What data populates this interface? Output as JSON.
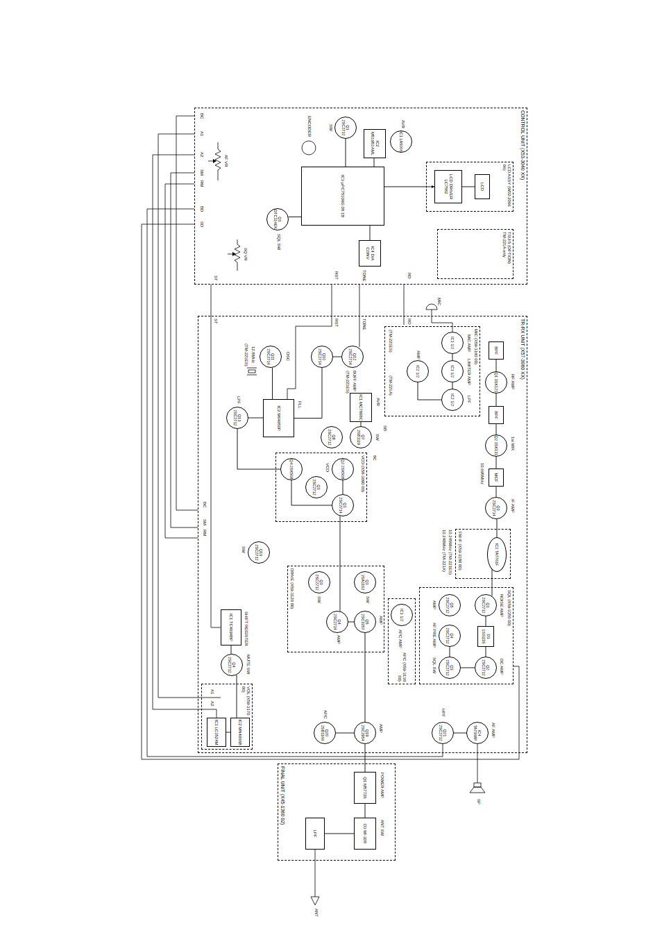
{
  "diagram": {
    "nodes": [
      {
        "text": [
          "CONTROL UNIT (X53-3040 XX)"
        ]
      },
      {
        "text": [
          "LCD ASSY (W02-2066 06)"
        ],
        "in": 0
      },
      {
        "text": [
          "LCD"
        ],
        "in": 1
      },
      {
        "text": [
          "LCD DRIVER LC7582"
        ],
        "in": 1
      },
      {
        "text": [
          "TSU-5 (OPTION)",
          "TM-221A only"
        ],
        "in": 0
      },
      {
        "text": [
          "IC2 M51951AML"
        ],
        "in": 0
      },
      {
        "text": [
          "IC1 LA5006"
        ],
        "in": 0
      },
      {
        "text": [
          "Q1 2SC2712"
        ],
        "in": 0
      },
      {
        "text": [
          "IC3 µPC75106G 08 1B"
        ],
        "in": 0
      },
      {
        "text": [
          "IC4 D/A CONV"
        ],
        "in": 0
      },
      {
        "text": [
          "Q1 DTC114EK"
        ],
        "in": 0
      },
      {
        "text": [
          "TR-RX UNIT (X57-3060 XX)"
        ]
      },
      {
        "text": [
          "MIC (X59-3160 00)"
        ],
        "in": 11
      },
      {
        "text": [
          "IC1 1/2"
        ],
        "in": 12
      },
      {
        "text": [
          "IC1 1/2"
        ],
        "in": 12
      },
      {
        "text": [
          "IC2 1/2"
        ],
        "in": 12
      },
      {
        "text": [
          "IC2 1/2"
        ],
        "in": 12
      },
      {
        "text": [
          "BPF"
        ],
        "in": 11
      },
      {
        "text": [
          "Q1 3SK121"
        ],
        "in": 11
      },
      {
        "text": [
          "BPF"
        ],
        "in": 11
      },
      {
        "text": [
          "Q2 3SK131"
        ],
        "in": 11
      },
      {
        "text": [
          "MCF"
        ],
        "in": 11
      },
      {
        "text": [
          "Q3 2SC2714"
        ],
        "in": 11
      },
      {
        "text": [
          "FM IF (X59-3180 00)"
        ],
        "in": 11
      },
      {
        "text": [
          "IC1 TA7761F"
        ],
        "in": 23
      },
      {
        "text": [
          "SQL (X59-3150 00)"
        ],
        "in": 11
      },
      {
        "text": [
          "Q1 2SC2712"
        ],
        "in": 25
      },
      {
        "text": [
          "D1 1SS226"
        ],
        "in": 25
      },
      {
        "text": [
          "Q2 2SC2712"
        ],
        "in": 25
      },
      {
        "text": [
          "Q5 2SC2712"
        ],
        "in": 25
      },
      {
        "text": [
          "Q4 2SC2712"
        ],
        "in": 25
      },
      {
        "text": [
          "Q3 2SC2712"
        ],
        "in": 25
      },
      {
        "text": [
          "APC (X59-3130 00)"
        ],
        "in": 11
      },
      {
        "text": [
          "IC1 1/2"
        ],
        "in": 32
      },
      {
        "text": [
          "Q12 2SC2714"
        ],
        "in": 11
      },
      {
        "text": [
          "Q10 2SC2714"
        ],
        "in": 11
      },
      {
        "text": [
          "Q11 2SC2714"
        ],
        "in": 11
      },
      {
        "text": [
          "IC1 MC7808C"
        ],
        "in": 11
      },
      {
        "text": [
          "IC2 M64950P"
        ],
        "in": 11
      },
      {
        "text": [
          "Q13 2SC2712"
        ],
        "in": 11
      },
      {
        "text": [
          "Q7 2SB1119"
        ],
        "in": 11
      },
      {
        "text": [
          "Q8 2SC2712"
        ],
        "in": 11
      },
      {
        "text": [
          "VCO (X58-3090 00)"
        ],
        "in": 11
      },
      {
        "text": [
          "Q2 2SK508"
        ],
        "in": 42
      },
      {
        "text": [
          "Q1 2SC2714"
        ],
        "in": 42
      },
      {
        "text": [
          "Q3 2SC2712"
        ],
        "in": 42
      },
      {
        "text": [
          "Q4 2SK508"
        ],
        "in": 42
      },
      {
        "text": [
          "DRIVE (X59-3120 00)"
        ],
        "in": 11
      },
      {
        "text": [
          "Q1 2SA1162"
        ],
        "in": 47
      },
      {
        "text": [
          "Q5 2SC3357"
        ],
        "in": 47
      },
      {
        "text": [
          "Q4 2SC2714"
        ],
        "in": 47
      },
      {
        "text": [
          "Q3 2SC2712"
        ],
        "in": 47
      },
      {
        "text": [
          "Q16 2SC2712"
        ],
        "in": 11
      },
      {
        "text": [
          "IC1 TC4094BP"
        ],
        "in": 11
      },
      {
        "text": [
          "Q4 2SC2712"
        ],
        "in": 11
      },
      {
        "text": [
          "VOL (X59-3170 00)"
        ],
        "in": 11
      },
      {
        "text": [
          "IC2 MN4066B"
        ],
        "in": 55
      },
      {
        "text": [
          "IC1 LC3524M"
        ],
        "in": 55
      },
      {
        "text": [
          "IC4 TA7368P"
        ],
        "in": 11
      },
      {
        "text": [
          "Q21 2SC2712"
        ],
        "in": 11
      },
      {
        "text": [
          "Q19 2SC2954"
        ],
        "in": 11
      },
      {
        "text": [
          "Q20 2SB1166"
        ],
        "in": 11
      },
      {
        "text": [
          "FINAL UNIT (X45-1360 02)"
        ]
      },
      {
        "text": [
          "Q1 M57726"
        ],
        "in": 62
      },
      {
        "text": [
          "D3 MI-308"
        ],
        "in": 62
      },
      {
        "text": [
          "LPF"
        ],
        "in": 62
      }
    ],
    "edges": [
      {
        "from": 8,
        "to": 3,
        "arrow": "to"
      },
      {
        "from": 3,
        "to": 2,
        "arrow": "none"
      },
      {
        "from": 5,
        "to": 8,
        "arrow": "none"
      },
      {
        "from": 7,
        "to": 8,
        "arrow": "none"
      },
      {
        "from": 8,
        "to": 9,
        "arrow": "none"
      },
      {
        "from": 10,
        "to": 8,
        "arrow": "none"
      },
      {
        "from": 13,
        "to": 14,
        "arrow": "none"
      },
      {
        "from": 14,
        "to": 15,
        "arrow": "none"
      },
      {
        "from": 15,
        "to": 16,
        "arrow": "none"
      },
      {
        "from": 17,
        "to": 18,
        "arrow": "none"
      },
      {
        "from": 18,
        "to": 19,
        "arrow": "none"
      },
      {
        "from": 19,
        "to": 20,
        "arrow": "none"
      },
      {
        "from": 20,
        "to": 21,
        "arrow": "none"
      },
      {
        "from": 21,
        "to": 22,
        "arrow": "none"
      },
      {
        "from": 22,
        "to": 24,
        "arrow": "none"
      },
      {
        "from": 24,
        "to": 26,
        "arrow": "none"
      },
      {
        "from": 26,
        "to": 27,
        "arrow": "none"
      },
      {
        "from": 27,
        "to": 28,
        "arrow": "none"
      },
      {
        "from": 28,
        "to": 31,
        "arrow": "none"
      },
      {
        "from": 31,
        "to": 30,
        "arrow": "none"
      },
      {
        "from": 34,
        "to": 35,
        "arrow": "none"
      },
      {
        "from": 35,
        "to": 38,
        "arrow": "none"
      },
      {
        "from": 36,
        "to": 38,
        "arrow": "none"
      },
      {
        "from": 38,
        "to": 39,
        "arrow": "none"
      },
      {
        "from": 39,
        "to": 46,
        "arrow": "none"
      },
      {
        "from": 37,
        "to": 40,
        "arrow": "none"
      },
      {
        "from": 43,
        "to": 44,
        "arrow": "none"
      },
      {
        "from": 46,
        "to": 44,
        "arrow": "none"
      },
      {
        "from": 44,
        "to": 50,
        "arrow": "none"
      },
      {
        "from": 50,
        "to": 49,
        "arrow": "none"
      },
      {
        "from": 49,
        "to": 60,
        "arrow": "none"
      },
      {
        "from": 61,
        "to": 60,
        "arrow": "none"
      },
      {
        "from": 60,
        "to": 63,
        "arrow": "none"
      },
      {
        "from": 63,
        "to": 64,
        "arrow": "none"
      },
      {
        "from": 64,
        "to": 65,
        "arrow": "none"
      },
      {
        "from": 53,
        "to": 54,
        "arrow": "none"
      },
      {
        "from": 54,
        "to": 56,
        "arrow": "none"
      },
      {
        "from": 56,
        "to": 57,
        "arrow": "none"
      },
      {
        "from": 59,
        "to": 58,
        "arrow": "none"
      }
    ],
    "labels": [
      "SW",
      "AVR",
      "ENCODER",
      "SQL SW",
      "AF VR",
      "SQ VR",
      "BC",
      "A1",
      "A2",
      "SM",
      "RM",
      "BD",
      "SD",
      "RD",
      "TONE",
      "RST",
      "ST",
      "MIC",
      "RD",
      "TONE",
      "RST",
      "ST",
      "RF AMP",
      "1st MIX",
      "IF AMP",
      "10.695MHz",
      "10.245MHz (TM-221ES)",
      "10.240MHz (TM-221A)",
      "MIC AMP",
      "LIMITER AMP",
      "LPF",
      "AMP",
      "(TM-221ES)",
      "(TM-221A)",
      "NOISE AMP",
      "DC AMP",
      "AMP",
      "AF PRE AMP",
      "SQL SW",
      "APC AMP",
      "OSC",
      "12.8MHz",
      "(TM-221ES)",
      "BUFF AMP",
      "(TM-221ES)",
      "PLL",
      "AVR",
      "SW",
      "LPF",
      "SB",
      "8C",
      "VCO",
      "SW",
      "AMP",
      "AMP",
      "SW",
      "SW",
      "MUTE SW",
      "SHIFT REGISTER",
      "AF AMP",
      "HPF",
      "AMP",
      "APC",
      "BC",
      "SM",
      "RM",
      "A1",
      "A2",
      "POWER AMP",
      "ANT SW",
      "ANT",
      "SP"
    ]
  }
}
